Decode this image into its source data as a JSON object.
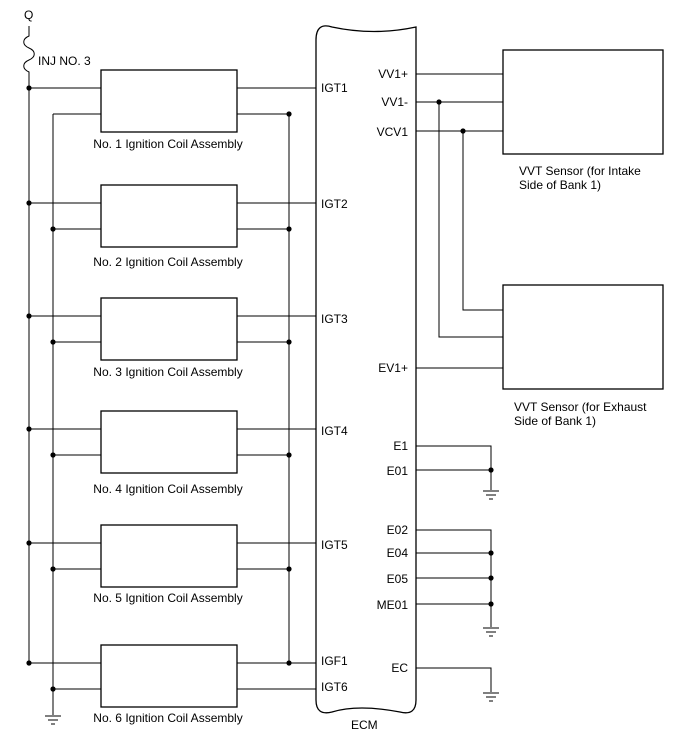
{
  "supply": {
    "node": "Q",
    "fuse": "INJ NO. 3"
  },
  "ecm": {
    "label": "ECM"
  },
  "coils": [
    {
      "label": "No. 1 Ignition Coil Assembly",
      "pin": "IGT1"
    },
    {
      "label": "No. 2 Ignition Coil Assembly",
      "pin": "IGT2"
    },
    {
      "label": "No. 3 Ignition Coil Assembly",
      "pin": "IGT3"
    },
    {
      "label": "No. 4 Ignition Coil Assembly",
      "pin": "IGT4"
    },
    {
      "label": "No. 5 Ignition Coil Assembly",
      "pin": "IGT5"
    },
    {
      "label": "No. 6 Ignition Coil Assembly",
      "pin": "IGT6"
    }
  ],
  "igf_pin": "IGF1",
  "right_pins": {
    "vv1_plus": "VV1+",
    "vv1_minus": "VV1-",
    "vcv1": "VCV1",
    "ev1_plus": "EV1+",
    "e1": "E1",
    "e01": "E01",
    "e02": "E02",
    "e04": "E04",
    "e05": "E05",
    "me01": "ME01",
    "ec": "EC"
  },
  "sensors": {
    "intake": "VVT Sensor (for Intake\nSide of Bank 1)",
    "exhaust": "VVT Sensor (for Exhaust\nSide of Bank 1)"
  }
}
